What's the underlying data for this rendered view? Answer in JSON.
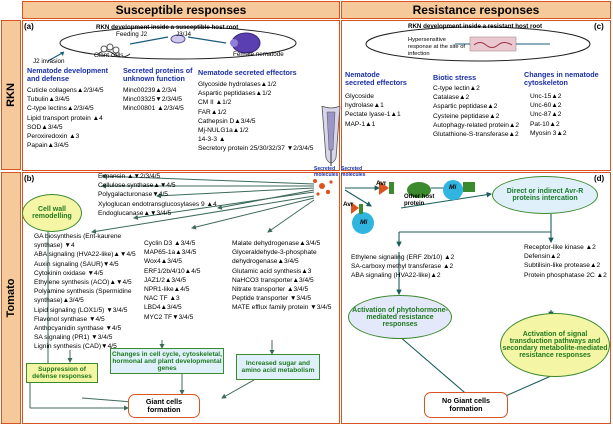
{
  "headers": {
    "susceptible": "Susceptible responses",
    "resistance": "Resistance responses"
  },
  "side_labels": {
    "rkn": "RKN",
    "tomato": "Tomato"
  },
  "panel_letters": {
    "a": "(a)",
    "b": "(b)",
    "c": "(c)",
    "d": "(d)"
  },
  "panel_a": {
    "banner": "RKN development inside a susceptible host root",
    "feeding": "Feeding J2",
    "j3j4": "J3/J4",
    "giant_cells": "Giant cells",
    "female": "Female nematode",
    "j2": "J2 invasion",
    "col1_title": [
      "Nematode development",
      "and defense"
    ],
    "col1_items": [
      "Cuticle collagens▲2/3/4/5",
      "Tubulin▲3/4/5",
      "C-type lectins▲2/3/4/5",
      "Lipid transport protein ▲4",
      "SOD▲3/4/5",
      "Peroxiredoxin ▲3",
      "Papain▲3/4/5"
    ],
    "col2_title": [
      "Secreted proteins of",
      "unknown function"
    ],
    "col2_items": [
      "Minc00239▲2/3/4",
      "Minc03325▼2/3/4/5",
      "Minc00801 ▲2/3/4/5"
    ],
    "col3_title": "Nematode secreted effectors",
    "col3_items": [
      "Glycoside hydrolases▲1/2",
      "Aspartic peptidases▲1/2",
      "CM II ▲1/2",
      "FAR▲1/2",
      "Cathepsin D▲3/4/5",
      "Mj-NULG1a▲1/2",
      "14-3-3 ▲",
      "Secretory protein 25/30/32/37 ▼2/3/4/5"
    ]
  },
  "panel_c": {
    "banner": "RKN development inside a resistant host root",
    "hr": "Hypersensitive response at the site of infection",
    "col1_title": [
      "Nematode",
      "secreted effectors"
    ],
    "col1_items": [
      "Glycoside",
      "hydrolase▲1",
      "Pectate lyase-1▲1",
      "MAP-1▲1"
    ],
    "col2_title": "Biotic stress",
    "col2_items": [
      "C-type lectin▲2",
      "Catalase▲2",
      "Aspartic peptidase▲2",
      "Cysteine peptidase▲2",
      "Autophagy-related protein▲2",
      "Glutathione-S-transferase▲2"
    ],
    "col3_title": [
      "Changes in nematode",
      "cytoskeleton"
    ],
    "col3_items": [
      "Unc-15▲2",
      "Unc-60▲2",
      "Unc-87▲2",
      "Pat-10▲2",
      "Myosin 3▲2"
    ]
  },
  "panel_b": {
    "secreted_left": "Secreted molecules",
    "secreted_right": "Secreted molecules",
    "wall_items": [
      "Expansin ▲▼2/3/4/5",
      "Cellulose synthase▲▼4/5",
      "Polygalacturonase▼4/5",
      "Xyloglucan endotransglucosylases 9 ▲4",
      "Endoglucanase▲▼3/4/5"
    ],
    "cell_wall": "Cell wall remodelling",
    "col1_items": [
      "GA biosynthesis (Ent-kaurene",
      "synthase) ▼4",
      "ABA signaling (HVA22-like)▲▼4/5",
      "Auxin signaling (SAUR)▼4/5",
      "Cytokinin oxidase ▼4/5",
      "Ethylene synthesis (ACO)▲▼4/5",
      "Polyamine synthesis (Spermidine",
      "synthase)▲3/4/5",
      "Lipid signaling (LOX1/5) ▼3/4/5",
      "Flavonol synthase ▼4/5",
      "Anthocyanidin synthase ▼4/5",
      "SA signaling (PR1) ▼3/4/5",
      "Lignin synthesis (CAD)▼4/5"
    ],
    "col2_items": [
      "Cyclin D3 ▲3/4/5",
      "MAP65-1a▲3/4/5",
      "Wox4▲3/4/5",
      "ERF1/2b/4/10▲4/5",
      "JAZ1/2▲3/4/5",
      "NPR1-like▲4/5",
      "NAC TF ▲3",
      "LBD4▲3/4/5",
      "MYC2 TF▼3/4/5"
    ],
    "col3_items": [
      "Malate dehydrogenase▲3/4/5",
      "Glyceraldehyde-3-phosphate",
      "dehydrogenase▲3/4/5",
      "Glutamic acid synthesis▲3",
      "NaHCO3 transporter▲3/4/5",
      "Nitrate transporter ▲3/4/5",
      "Peptide transporter ▼3/4/5",
      "MATE efflux family protein ▼3/4/5"
    ],
    "suppression": "Suppression of defense responses",
    "changes": "Changes in cell cycle, cytoskeletal, hormonal and plant developmental genes",
    "sugar": "Increased sugar and amino acid metabolism",
    "giant": "Giant cells formation"
  },
  "panel_d": {
    "avr": "Avr",
    "avr2": "Avr",
    "mi": "Mi",
    "mi2": "Mi",
    "other": [
      "Other host",
      "protein"
    ],
    "direct": "Direct or indirect Avr-R proteins intercation",
    "left_items": [
      "Ethylene signaling (ERF 2b/10) ▲2",
      "SA-carboxy methyl transferase ▲2",
      "ABA signaling (HVA22-like)▲2"
    ],
    "right_items": [
      "Receptor-like kinase ▲2",
      "Defensin▲2",
      "Subtilisin-like protease▲2",
      "Protein phosphatase 2C ▲2"
    ],
    "phyto": "Activation of phytohormone-mediated resistance responses",
    "signal": "Activation of signal transduction pathways and secondary metabolite-mediated resistance responses",
    "no_giant": "No Giant cells formation"
  },
  "colors": {
    "border": "#d9541e",
    "header_fill": "#f6c99a",
    "green": "#3c8a2e",
    "blue_text": "#1a2fa8",
    "box_yellow": "#f5f5a6",
    "box_blue": "#dff0fa"
  }
}
